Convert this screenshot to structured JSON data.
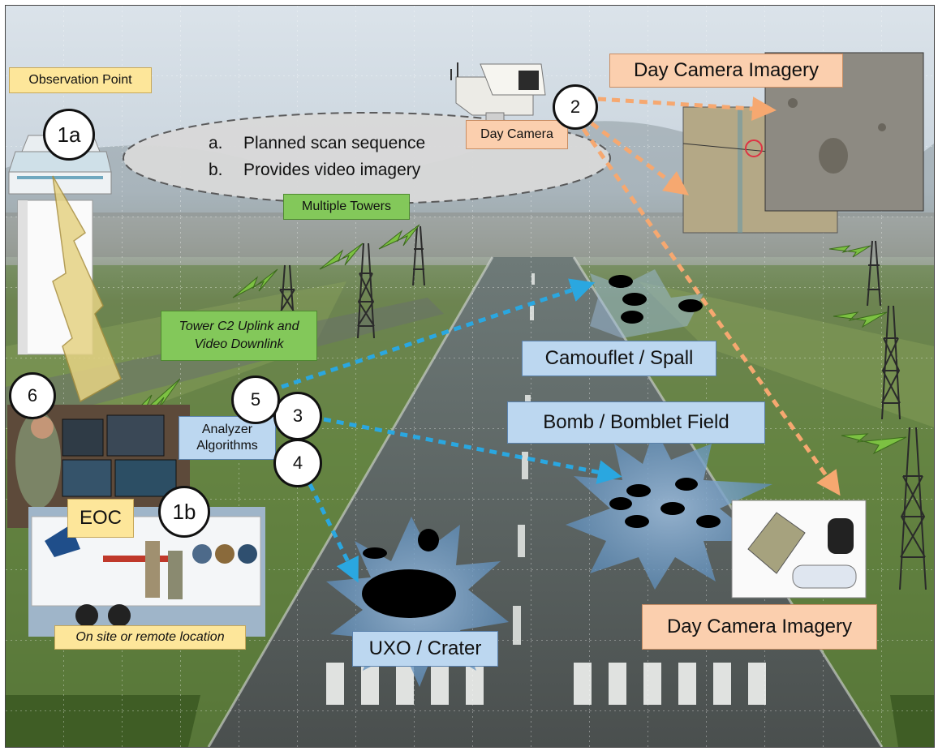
{
  "labels": {
    "observation_point": "Observation Point",
    "day_camera": "Day Camera",
    "day_camera_imagery_top": "Day Camera Imagery",
    "day_camera_imagery_bottom": "Day Camera Imagery",
    "multiple_towers": "Multiple Towers",
    "tower_c2_line1": "Tower C2 Uplink and",
    "tower_c2_line2": "Video Downlink",
    "analyzer_line1": "Analyzer",
    "analyzer_line2": "Algorithms",
    "camouflet": "Camouflet / Spall",
    "bomb_field": "Bomb / Bomblet Field",
    "eoc": "EOC",
    "on_site": "On site or remote location",
    "uxo": "UXO / Crater",
    "scan_a_letter": "a.",
    "scan_a_text": "Planned scan sequence",
    "scan_b_letter": "b.",
    "scan_b_text": "Provides video imagery"
  },
  "markers": {
    "m1a": "1a",
    "m1b": "1b",
    "m2": "2",
    "m3": "3",
    "m4": "4",
    "m5": "5",
    "m6": "6"
  },
  "colors": {
    "yellow_label": "#fde69a",
    "peach_label": "#fbcfae",
    "blue_label": "#bcd7f0",
    "green_label": "#83c85a",
    "blue_arrow": "#2aa7e0",
    "orange_arrow": "#f6a870",
    "lightning": "#7cc142",
    "blast": "#6f9cc6"
  }
}
